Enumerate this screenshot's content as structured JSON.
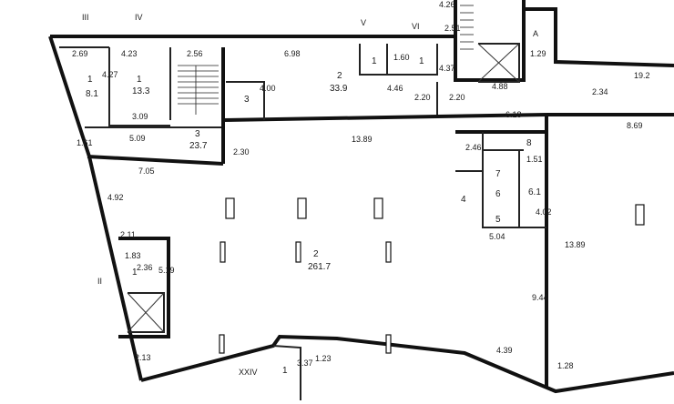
{
  "plan": {
    "axis_labels": [
      "III",
      "IV",
      "V",
      "VI",
      "A",
      "II",
      "XXIV"
    ],
    "room_numbers": [
      "1",
      "1",
      "3",
      "1",
      "1",
      "2",
      "3",
      "2",
      "4",
      "5",
      "6",
      "7",
      "8",
      "1",
      "1"
    ],
    "room_areas": [
      "8.1",
      "13.3",
      "33.9",
      "23.7",
      "261.7",
      "6.1"
    ],
    "dimensions": [
      "2.69",
      "4.27",
      "4.23",
      "2.56",
      "6.98",
      "1.60",
      "4.37",
      "2.51",
      "1.29",
      "19.2",
      "3.09",
      "5.09",
      "1.61",
      "4.00",
      "4.46",
      "2.20",
      "2.20",
      "4.88",
      "2.34",
      "6.18",
      "8.69",
      "13.89",
      "2.30",
      "7.05",
      "2.46",
      "1.51",
      "4.02",
      "4.92",
      "5.04",
      "2.11",
      "1.83",
      "2.36",
      "5.19",
      "13.89",
      "9.44",
      "4.39",
      "2.13",
      "3.37",
      "1.23",
      "1.28",
      "4.26"
    ]
  }
}
